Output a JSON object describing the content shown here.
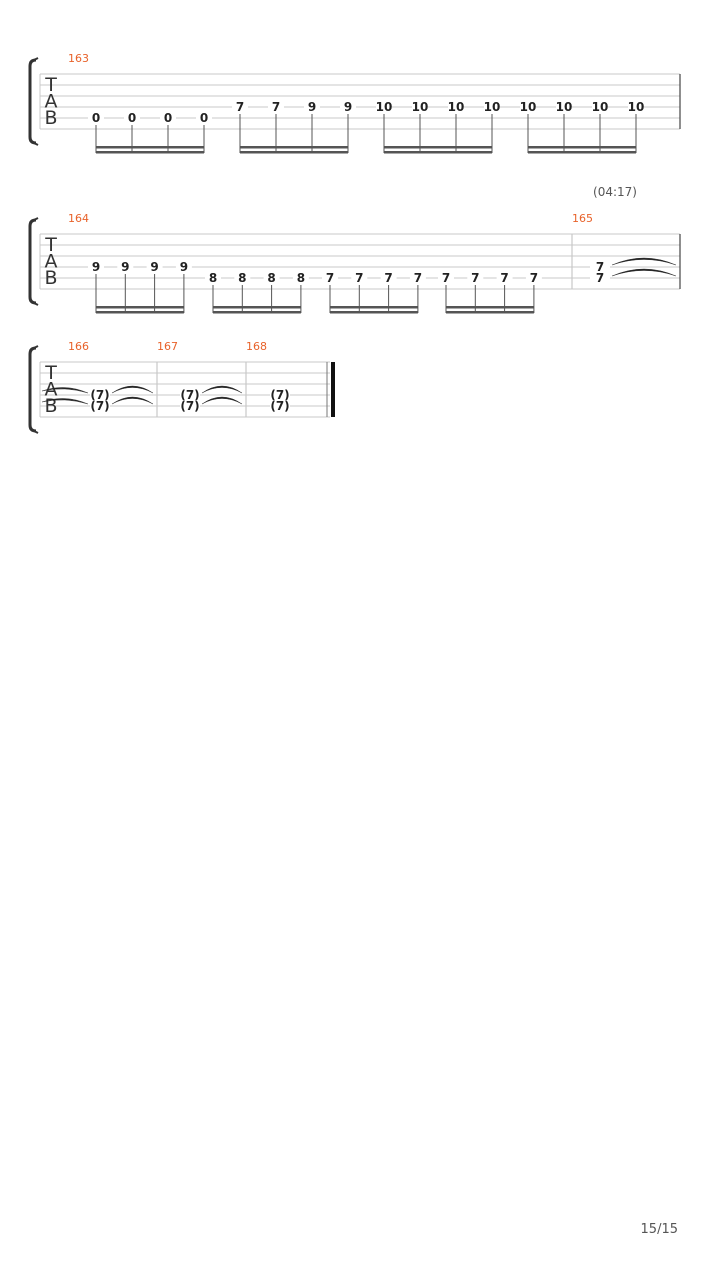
{
  "page": {
    "page_number": "15/15"
  },
  "tab_clef": [
    "T",
    "A",
    "B"
  ],
  "systems": [
    {
      "time_marker": "",
      "measures": [
        {
          "number": "163",
          "beam_groups": [
            [
              {
                "string": 5,
                "fret": "0"
              },
              {
                "string": 5,
                "fret": "0"
              },
              {
                "string": 5,
                "fret": "0"
              },
              {
                "string": 5,
                "fret": "0"
              }
            ],
            [
              {
                "string": 4,
                "fret": "7"
              },
              {
                "string": 4,
                "fret": "7"
              },
              {
                "string": 4,
                "fret": "9"
              },
              {
                "string": 4,
                "fret": "9"
              }
            ],
            [
              {
                "string": 4,
                "fret": "10"
              },
              {
                "string": 4,
                "fret": "10"
              },
              {
                "string": 4,
                "fret": "10"
              },
              {
                "string": 4,
                "fret": "10"
              }
            ],
            [
              {
                "string": 4,
                "fret": "10"
              },
              {
                "string": 4,
                "fret": "10"
              },
              {
                "string": 4,
                "fret": "10"
              },
              {
                "string": 4,
                "fret": "10"
              }
            ]
          ]
        }
      ]
    },
    {
      "time_marker": "(04:17)",
      "measures": [
        {
          "number": "164",
          "beam_groups": [
            [
              {
                "string": 4,
                "fret": "9"
              },
              {
                "string": 4,
                "fret": "9"
              },
              {
                "string": 4,
                "fret": "9"
              },
              {
                "string": 4,
                "fret": "9"
              }
            ],
            [
              {
                "string": 5,
                "fret": "8"
              },
              {
                "string": 5,
                "fret": "8"
              },
              {
                "string": 5,
                "fret": "8"
              },
              {
                "string": 5,
                "fret": "8"
              }
            ],
            [
              {
                "string": 5,
                "fret": "7"
              },
              {
                "string": 5,
                "fret": "7"
              },
              {
                "string": 5,
                "fret": "7"
              },
              {
                "string": 5,
                "fret": "7"
              }
            ],
            [
              {
                "string": 5,
                "fret": "7"
              },
              {
                "string": 5,
                "fret": "7"
              },
              {
                "string": 5,
                "fret": "7"
              },
              {
                "string": 5,
                "fret": "7"
              }
            ]
          ]
        },
        {
          "number": "165",
          "chord": [
            {
              "string": 4,
              "fret": "7"
            },
            {
              "string": 5,
              "fret": "7"
            }
          ],
          "tie_out": true
        }
      ]
    },
    {
      "time_marker": "",
      "measures": [
        {
          "number": "166",
          "chord": [
            {
              "string": 4,
              "fret": "(7)"
            },
            {
              "string": 5,
              "fret": "(7)"
            }
          ],
          "tie_in": true,
          "tie_out": true
        },
        {
          "number": "167",
          "chord": [
            {
              "string": 4,
              "fret": "(7)"
            },
            {
              "string": 5,
              "fret": "(7)"
            }
          ],
          "tie_in": true,
          "tie_out": true
        },
        {
          "number": "168",
          "chord": [
            {
              "string": 4,
              "fret": "(7)"
            },
            {
              "string": 5,
              "fret": "(7)"
            }
          ],
          "tie_in": true,
          "final_barline": true
        }
      ]
    }
  ],
  "colors": {
    "measure_number": "#e8622a",
    "staff_line": "#c8c8c8",
    "ink": "#222222",
    "beam": "#555555",
    "clef": "#333333"
  }
}
